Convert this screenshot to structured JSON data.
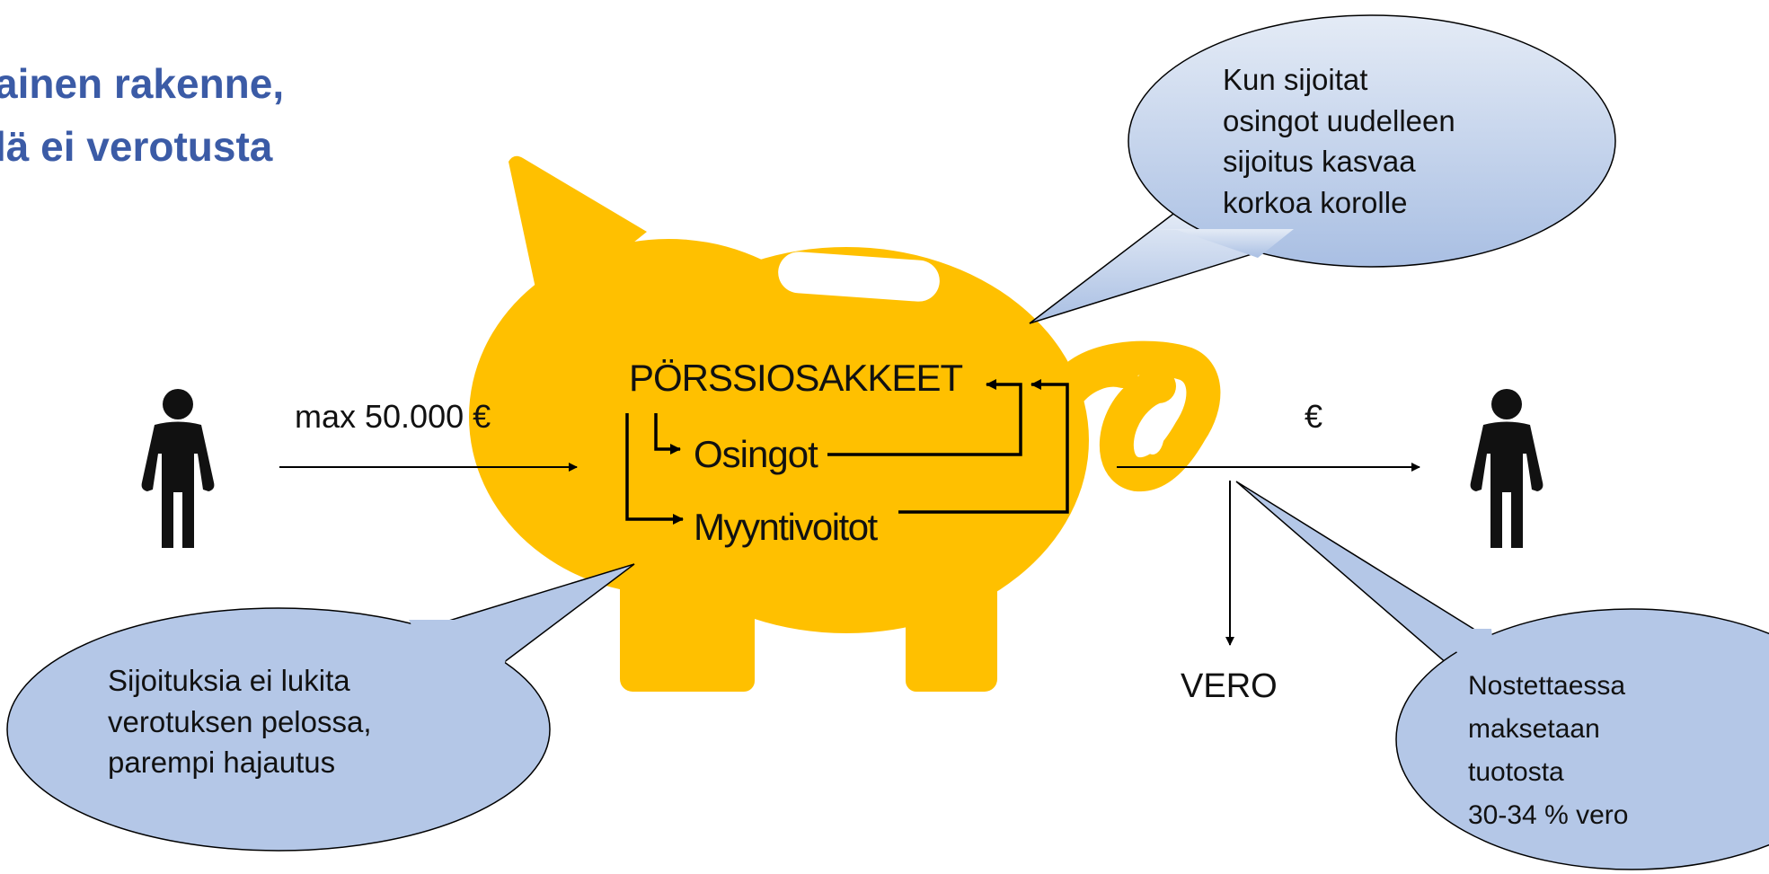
{
  "title": {
    "line1": "ainen rakenne,",
    "line2": "lä ei verotusta"
  },
  "flow": {
    "deposit_label": "max 50.000 €",
    "withdraw_label": "€",
    "tax_label": "VERO"
  },
  "piggy": {
    "main_label": "PÖRSSIOSAKKEET",
    "dividends_label": "Osingot",
    "capital_gains_label": "Myyntivoitot"
  },
  "callouts": {
    "reinvest": [
      "Kun sijoitat",
      "osingot uudelleen",
      "sijoitus kasvaa",
      "korkoa korolle"
    ],
    "no_lock": [
      "Sijoituksia ei lukita",
      "verotuksen pelossa,",
      "parempi  hajautus"
    ],
    "withdraw_tax": [
      "Nostettaessa",
      "maksetaan",
      "tuotosta",
      "30-34 % vero"
    ]
  },
  "colors": {
    "title": "#3b5ba6",
    "piggy": "#ffc000",
    "bubble_top": "#e4ebf6",
    "bubble_bottom": "#a9bfe3",
    "bubble_fill": "#b4c7e7"
  }
}
